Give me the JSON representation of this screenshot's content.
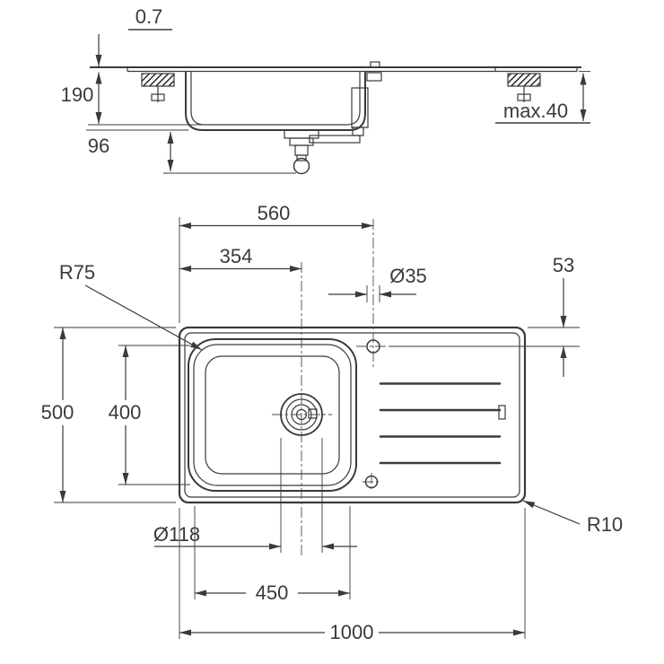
{
  "drawing": {
    "side_view": {
      "rim_thickness": "0.7",
      "bowl_depth": "190",
      "drain_depth": "96",
      "max_countertop": "max.40"
    },
    "plan_view": {
      "tap_center_from_left": "560",
      "drain_center_from_left": "354",
      "tap_hole_diameter": "Ø35",
      "tap_center_from_top": "53",
      "bowl_corner_radius": "R75",
      "overall_depth": "500",
      "bowl_depth": "400",
      "drain_diameter": "Ø118",
      "bowl_width": "450",
      "overall_width": "1000",
      "sink_corner_radius": "R10"
    }
  }
}
